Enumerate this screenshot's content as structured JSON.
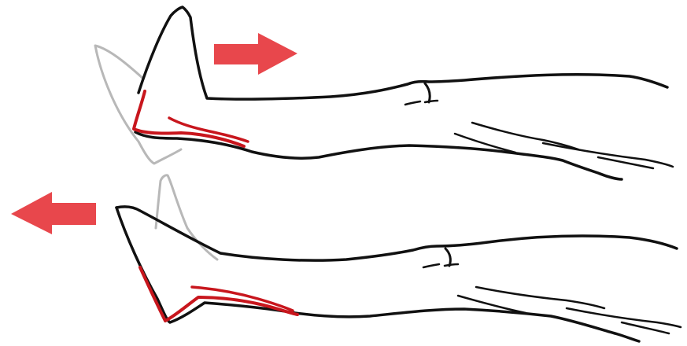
{
  "colors": {
    "background": "#ffffff",
    "outline": "#111111",
    "ghost_outline": "#b8b8b8",
    "tendon": "#c8161d",
    "arrow": "#e8474c"
  },
  "panels": [
    {
      "name": "top-leg",
      "arrow_direction": "right",
      "foot_motion": "toes-pointing-up",
      "icon": "arrow-right-icon"
    },
    {
      "name": "bottom-leg",
      "arrow_direction": "left",
      "foot_motion": "toes-pointing-back",
      "icon": "arrow-left-icon"
    }
  ]
}
